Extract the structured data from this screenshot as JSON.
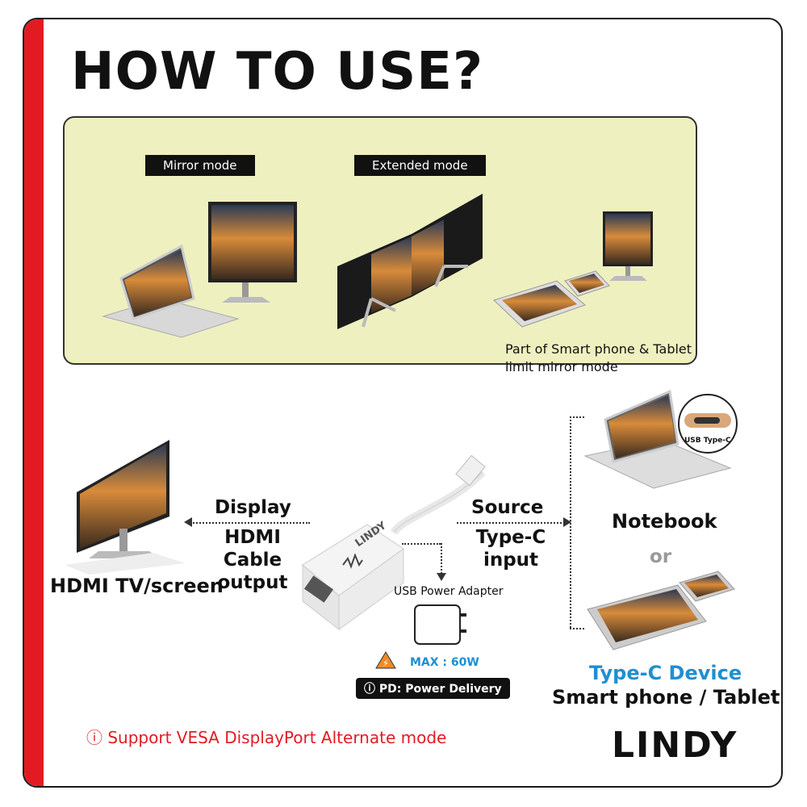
{
  "title": "HOW TO USE?",
  "modes": {
    "mirror_label": "Mirror mode",
    "extended_label": "Extended mode",
    "phone_note_line1": "Part of Smart phone & Tablet",
    "phone_note_line2": "limit mirror mode"
  },
  "left": {
    "display_label": "Display",
    "cable_line1": "HDMI Cable",
    "cable_line2": "output",
    "screen_label": "HDMI TV/screen"
  },
  "right": {
    "source_label": "Source",
    "input_line1": "Type-C",
    "input_line2": "input",
    "notebook_label": "Notebook",
    "or_label": "or",
    "usbc_badge": "USB Type-C",
    "device_line1": "Type-C Device",
    "device_line2": "Smart phone / Tablet"
  },
  "power": {
    "adapter_label": "USB Power Adapter",
    "max_label": "MAX : 60W",
    "pd_label": "PD: Power Delivery"
  },
  "adapter_brand": "LINDY",
  "footer": {
    "note": "Support VESA DisplayPort Alternate mode",
    "logo": "LINDY"
  },
  "colors": {
    "accent_red": "#e21b23",
    "panel_bg": "#eff0bf",
    "type_c_blue": "#1f8fd1"
  }
}
